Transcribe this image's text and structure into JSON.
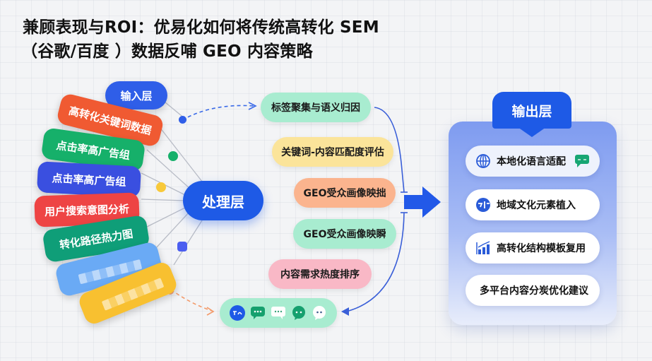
{
  "title": {
    "line1": "兼顾表现与ROI：优易化如何将传统高转化 SEM",
    "line2": "（谷歌/百度 ）数据反哺 GEO 内容策略"
  },
  "input_layer": {
    "label": "输入层",
    "color": "#2f5ee8",
    "tags": [
      {
        "label": "高转化关键词数据",
        "color": "#f05a32"
      },
      {
        "label": "点击率高广告组",
        "color": "#16b06a"
      },
      {
        "label": "点击率高广告组",
        "color": "#3a4fe0"
      },
      {
        "label": "用户搜索意图分析",
        "color": "#ee4444"
      },
      {
        "label": "转化路径热力图",
        "color": "#0f9e78"
      },
      {
        "label": "",
        "color": "#6aaaf5",
        "blurred": true
      },
      {
        "label": "",
        "color": "#f8c030",
        "blurred": true
      }
    ]
  },
  "processing_layer": {
    "label": "处理层",
    "color": "#1e5ae6",
    "steps": [
      {
        "label": "标签聚集与语义归因",
        "color": "#a8ecd0"
      },
      {
        "label": "关键词-内容匹配度评估",
        "color": "#fbe49a"
      },
      {
        "label": "GEO受众画像映拙",
        "color": "#fbb48e"
      },
      {
        "label": "GEO受众画像映瞬",
        "color": "#a8ecd0"
      },
      {
        "label": "内容需求热度排序",
        "color": "#f9b8c6"
      }
    ],
    "feedback_icons": [
      "translate-icon",
      "chat-bubble-green-icon",
      "chat-bubble-white-icon",
      "chat-bubble-green-icon",
      "chat-bubble-white-icon"
    ]
  },
  "output_layer": {
    "label": "输出层",
    "color": "#1e5ae6",
    "items": [
      {
        "label": "本地化语言适配",
        "icon": "globe-icon",
        "extra_icon": "chat-translate-icon"
      },
      {
        "label": "地域文化元素植入",
        "icon": "culture-globe-icon"
      },
      {
        "label": "高转化结构模板复用",
        "icon": "bar-chart-icon"
      },
      {
        "label": "多平台内容分炭优化建议",
        "icon": ""
      }
    ]
  }
}
